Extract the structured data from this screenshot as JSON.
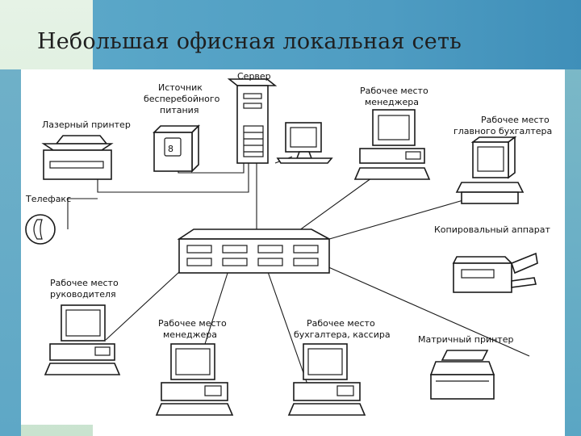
{
  "title": "Небольшая офисная локальная сеть",
  "colors": {
    "header_bar": "#4e9cc2",
    "left_panel": "#d6ebd8",
    "side_bands": "#5ea7c6",
    "line": "#1a1a1a"
  },
  "nodes": {
    "server": "Сервер",
    "ups_line1": "Источник",
    "ups_line2": "бесперебойного",
    "ups_line3": "питания",
    "laser_printer": "Лазерный принтер",
    "telefax": "Телефакс",
    "manager_ws_top_line1": "Рабочее место",
    "manager_ws_top_line2": "менеджера",
    "chief_accountant_line1": "Рабочее место",
    "chief_accountant_line2": "главного бухгалтера",
    "copier": "Копировальный аппарат",
    "director_line1": "Рабочее место",
    "director_line2": "руководителя",
    "manager_ws_bottom_line1": "Рабочее место",
    "manager_ws_bottom_line2": "менеджера",
    "accountant_cashier_line1": "Рабочее место",
    "accountant_cashier_line2": "бухгалтера, кассира",
    "dot_matrix_printer": "Матричный принтер"
  }
}
